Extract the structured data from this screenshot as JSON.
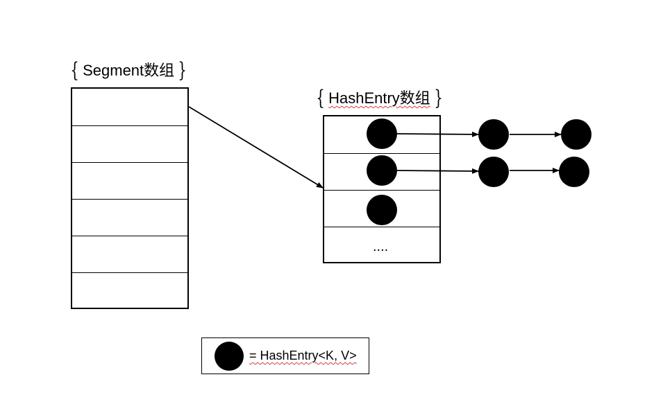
{
  "segment_array": {
    "label_text": "Segment数组",
    "brace_open": "{",
    "brace_close": "}",
    "cells": [
      "",
      "",
      "",
      "",
      "",
      ""
    ]
  },
  "hashentry_array": {
    "label_text": "HashEntry数组",
    "brace_open": "{",
    "brace_close": "}",
    "ellipsis": "....",
    "cells": [
      "entry",
      "entry",
      "entry",
      "ellipsis"
    ]
  },
  "chains": [
    {
      "from_row": 0,
      "nodes": 2
    },
    {
      "from_row": 1,
      "nodes": 2
    }
  ],
  "legend": {
    "label": "= HashEntry<K, V>"
  },
  "colors": {
    "stroke": "#000000",
    "node": "#000000",
    "background": "#ffffff",
    "spellcheck_underline": "#d23b3b"
  }
}
